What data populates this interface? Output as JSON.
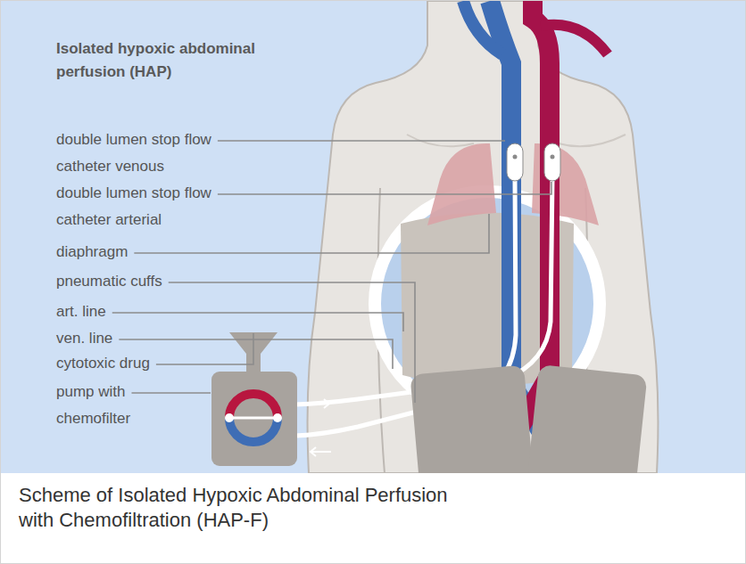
{
  "diagram": {
    "title": "Isolated hypoxic abdominal perfusion (HAP)",
    "caption": "Scheme of Isolated Hypoxic Abdominal Perfusion with Chemofiltration (HAP-F)",
    "labels": [
      "double lumen stop flow catheter venous",
      "double lumen stop flow catheter arterial",
      "diaphragm",
      "pneumatic cuffs",
      "art. line",
      "ven. line",
      "cytotoxic drug",
      "pump with chemofilter"
    ]
  }
}
